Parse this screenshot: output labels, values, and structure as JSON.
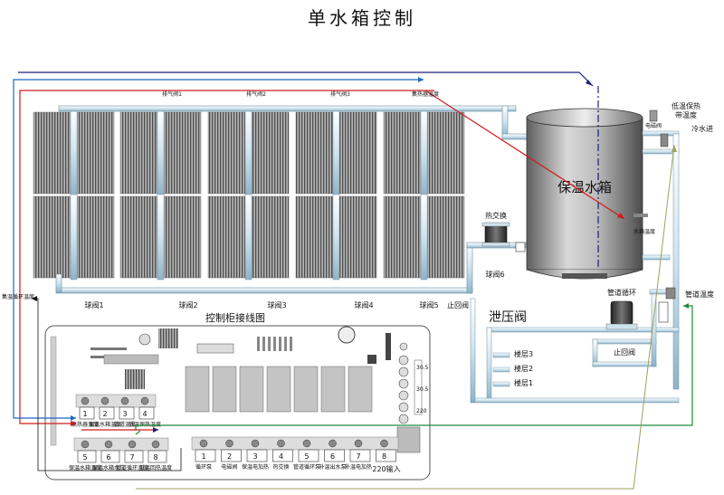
{
  "title": "单水箱控制",
  "tank_label": "保温水箱",
  "vents": [
    "排气阀1",
    "排气阀2",
    "排气阀3",
    "集热器温度"
  ],
  "ball_valves": [
    "球阀1",
    "球阀2",
    "球阀3",
    "球阀4",
    "球阀5",
    "球阀6"
  ],
  "check_valve": "止回阀",
  "heat_exchanger": "热交换",
  "tank_temp": "水箱温度",
  "low_temp_heat": "低温保热",
  "band_temp": "带温度",
  "solenoid": "电磁阀",
  "cold_in": "冷水进",
  "pipe_circ": "管道循环",
  "pipe_temp": "管道温度",
  "check_valve_vertical": "止回阀",
  "pressure_relief": "泄压阀",
  "floors": [
    "楼层3",
    "楼层2",
    "楼层1"
  ],
  "return_temp": "集温循环温度",
  "panel_title": "控制柜接线图",
  "power_in": "220输入",
  "mid_labels": [
    "30.5",
    "30.5",
    "220"
  ],
  "top_terminals": {
    "numbers": [
      "1",
      "2",
      "3",
      "4"
    ],
    "labels": [
      "集热器温度",
      "保温水箱温度",
      "管道温度",
      "低温保热温度"
    ]
  },
  "bottom_left_terminals": {
    "numbers": [
      "5",
      "6",
      "7",
      "8"
    ],
    "labels": [
      "保温水箱温度",
      "保温水箱水位",
      "管道循环温度",
      "低温回热温度"
    ]
  },
  "bottom_terminals": {
    "numbers": [
      "1",
      "2",
      "3",
      "4",
      "5",
      "6",
      "7",
      "8"
    ],
    "labels": [
      "循环泵",
      "电磁阀",
      "保温电加热",
      "热交换",
      "管道循环泵",
      "补温出水泵",
      "补温电加热",
      ""
    ]
  },
  "colors": {
    "red": "#d21a1a",
    "blue": "#1b67c7",
    "navy": "#1a1f7a",
    "green": "#1f8a3a",
    "olive": "#a0a060",
    "pipe": "#8fbcd3"
  }
}
